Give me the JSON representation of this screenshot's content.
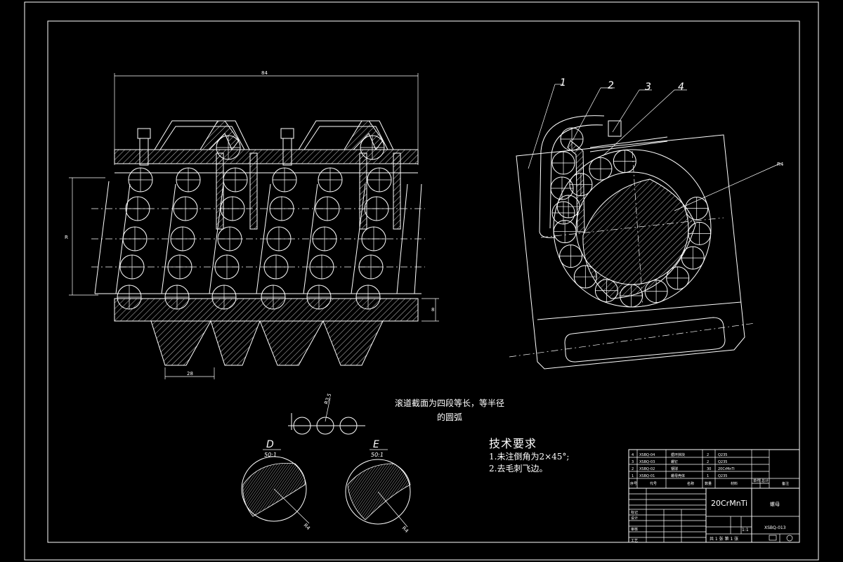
{
  "drawing": {
    "dimension_top": "84",
    "dimension_left": "R",
    "dimension_bottom": "28",
    "dimension_right_small": "8",
    "dimension_ball": "R3.5",
    "dimension_radius_main": "R4",
    "leader_labels": [
      "1",
      "2",
      "3",
      "4"
    ]
  },
  "annotations": {
    "raceway_note_line1": "滚道截面为四段等长，等半径",
    "raceway_note_line2": "的圆弧"
  },
  "details": [
    {
      "letter": "D",
      "scale": "50:1",
      "dim": "R4"
    },
    {
      "letter": "E",
      "scale": "50:1",
      "dim": "R4"
    }
  ],
  "tech_req": {
    "title": "技术要求",
    "items": [
      "1.未注倒角为2×45°;",
      "2.去毛刺飞边。"
    ]
  },
  "title_block": {
    "parts": [
      {
        "no": "4",
        "code": "XSBQ-04",
        "name": "循环挡块",
        "qty": "2",
        "material": "Q235"
      },
      {
        "no": "3",
        "code": "XSBQ-03",
        "name": "螺钉",
        "qty": "2",
        "material": "Q235"
      },
      {
        "no": "2",
        "code": "XSBQ-02",
        "name": "钢球",
        "qty": "30",
        "material": "20CrMnTi"
      },
      {
        "no": "1",
        "code": "XSBQ-01",
        "name": "螺母壳体",
        "qty": "1",
        "material": "Q235"
      }
    ],
    "header": [
      "序号",
      "代号",
      "名称",
      "数量",
      "材料",
      "单件",
      "总计",
      "备注"
    ],
    "material": "20CrMnTi",
    "part_name": "螺母",
    "drawing_no": "XSBQ-013",
    "scale": "1:1",
    "sheet": "共 1 张 第 1 张",
    "roles": [
      "标记",
      "设计",
      "审核",
      "工艺"
    ]
  }
}
